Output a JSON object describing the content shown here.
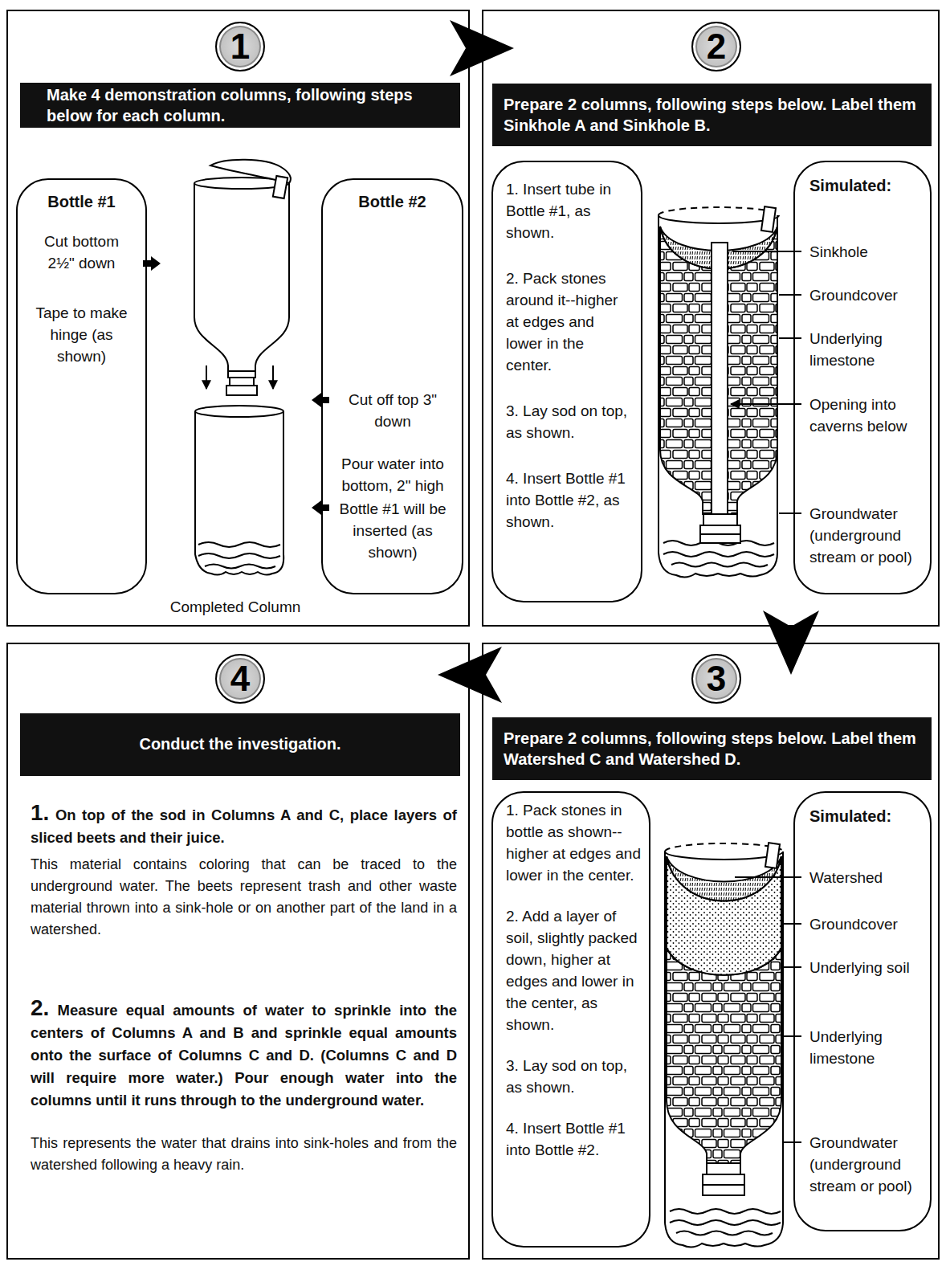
{
  "diagram": {
    "nodes": [
      {
        "text": [
          "Completed Column"
        ]
      },
      {
        "text": [
          "1"
        ],
        "in": 0
      },
      {
        "text": [
          "Make 4 demonstration columns, following steps below for each column."
        ],
        "in": 0
      },
      {
        "text": [
          "Bottle #1",
          "Cut bottom 2½\" down",
          "Tape to make hinge (as shown)"
        ],
        "in": 0
      },
      {
        "text": [
          "Bottle #2",
          "Cut off top 3\" down",
          "Pour water into bottom, 2\" high",
          "Bottle #1 will be inserted (as shown)"
        ],
        "in": 0
      },
      {
        "text": []
      },
      {
        "text": [
          "2"
        ],
        "in": 5
      },
      {
        "text": [
          "Prepare 2 columns, following steps below. Label them Sinkhole A and Sinkhole B."
        ],
        "in": 5
      },
      {
        "text": [
          "1. Insert tube in Bottle #1, as shown.",
          "2. Pack stones around it--higher at edges and lower in the center.",
          "3. Lay sod on top, as shown.",
          "4. Insert Bottle #1 into Bottle #2, as shown."
        ],
        "in": 5
      },
      {
        "text": [
          "Simulated:",
          "Sinkhole",
          "Groundcover",
          "Underlying limestone",
          "Opening into caverns below",
          "Groundwater (underground stream or pool)"
        ],
        "in": 5
      },
      {
        "text": []
      },
      {
        "text": [
          "3"
        ],
        "in": 10
      },
      {
        "text": [
          "Prepare 2 columns, following steps below. Label them Watershed C and Watershed D."
        ],
        "in": 10
      },
      {
        "text": [
          "1. Pack stones in bottle as shown-- higher at edges and lower in the center.",
          "2. Add a layer of soil, slightly packed down, higher at edges and lower in the center, as shown.",
          "3. Lay sod on top, as shown.",
          "4. Insert Bottle #1 into Bottle #2."
        ],
        "in": 10
      },
      {
        "text": [
          "Simulated:",
          "Watershed",
          "Groundcover",
          "Underlying soil",
          "Underlying limestone",
          "Groundwater (underground stream or pool)"
        ],
        "in": 10
      },
      {
        "text": [
          "1. On top of the sod in Columns A and C, place layers of sliced beets and their juice.",
          "This material contains coloring that can be traced to the underground water. The beets represent trash and other waste material thrown into a sink-hole or on another part of the land in a watershed.",
          "2. Measure equal amounts of water to sprinkle into the centers of Columns A and B and sprinkle equal amounts onto the surface of Columns C and D. (Columns C and D will require more water.) Pour enough water into the columns until it runs through to the underground water.",
          "This represents the water that drains into sink-holes and from the watershed following a heavy rain."
        ]
      },
      {
        "text": [
          "4"
        ],
        "in": 15
      },
      {
        "text": [
          "Conduct the investigation."
        ],
        "in": 15
      }
    ],
    "edges": [
      {
        "from": 0,
        "to": 5,
        "arrow": "to"
      },
      {
        "from": 5,
        "to": 10,
        "arrow": "to"
      },
      {
        "from": 10,
        "to": 15,
        "arrow": "to"
      }
    ]
  }
}
